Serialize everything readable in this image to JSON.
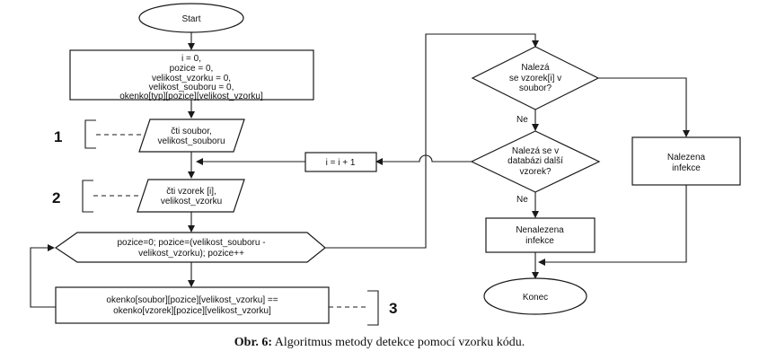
{
  "nodes": {
    "start": "Start",
    "init": [
      "i = 0,",
      "pozice = 0,",
      "velikost_vzorku = 0,",
      "velikost_souboru = 0,",
      "okenko[typ][pozice][velikost_vzorku]"
    ],
    "read_file": [
      "čti soubor,",
      "velikost_souboru"
    ],
    "read_pattern": [
      "čti vzorek [i],",
      "velikost_vzorku"
    ],
    "loop": [
      "pozice=0; pozice=(velikost_souboru -",
      "velikost_vzorku);  pozice++"
    ],
    "compare": [
      "okenko[soubor][pozice][velikost_vzorku] ==",
      "okenko[vzorek][pozice][velikost_vzorku]"
    ],
    "increment": "i = i + 1",
    "decision1": [
      "Nalezá",
      "se vzorek[i] v",
      "soubor?"
    ],
    "decision2": [
      "Nalezá se v",
      "databázi další",
      "vzorek?"
    ],
    "not_found": [
      "Nenalezena",
      "infekce"
    ],
    "found": [
      "Nalezena",
      "infekce"
    ],
    "end": "Konec"
  },
  "edge_labels": {
    "no1": "Ne",
    "no2": "Ne"
  },
  "markers": {
    "m1": "1",
    "m2": "2",
    "m3": "3"
  },
  "caption": {
    "label": "Obr. 6:",
    "text": " Algoritmus metody detekce pomocí vzorku kódu."
  }
}
